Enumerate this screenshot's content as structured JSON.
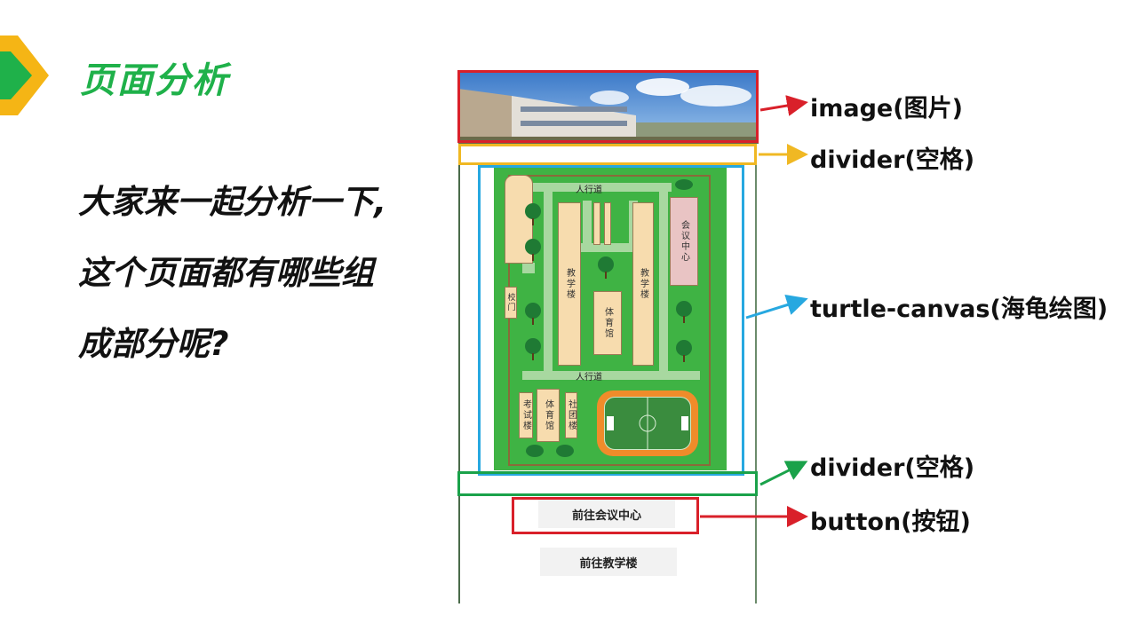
{
  "slide": {
    "title": "页面分析",
    "question_lines": [
      "大家来一起分析一下,",
      "这个页面都有哪些组",
      "成部分呢?"
    ]
  },
  "map": {
    "road_top": "人行道",
    "road_mid": "人行道",
    "buildings": {
      "meeting": "会议中心",
      "teach_left": "教学楼",
      "teach_right": "教学楼",
      "gym_center": "体育馆",
      "gate": "校门",
      "exam": "考试楼",
      "gym_bottom": "体育馆",
      "club": "社团楼"
    }
  },
  "buttons": {
    "meeting": "前往会议中心",
    "teaching": "前往教学楼"
  },
  "labels": {
    "image": "image(图片)",
    "divider1": "divider(空格)",
    "turtle": "turtle-canvas(海龟绘图)",
    "divider2": "divider(空格)",
    "button": "button(按钮)"
  },
  "colors": {
    "title_green": "#1fb14a",
    "red": "#d9202a",
    "yellow": "#f0b823",
    "blue": "#27a8e0",
    "green": "#1aa24a"
  }
}
